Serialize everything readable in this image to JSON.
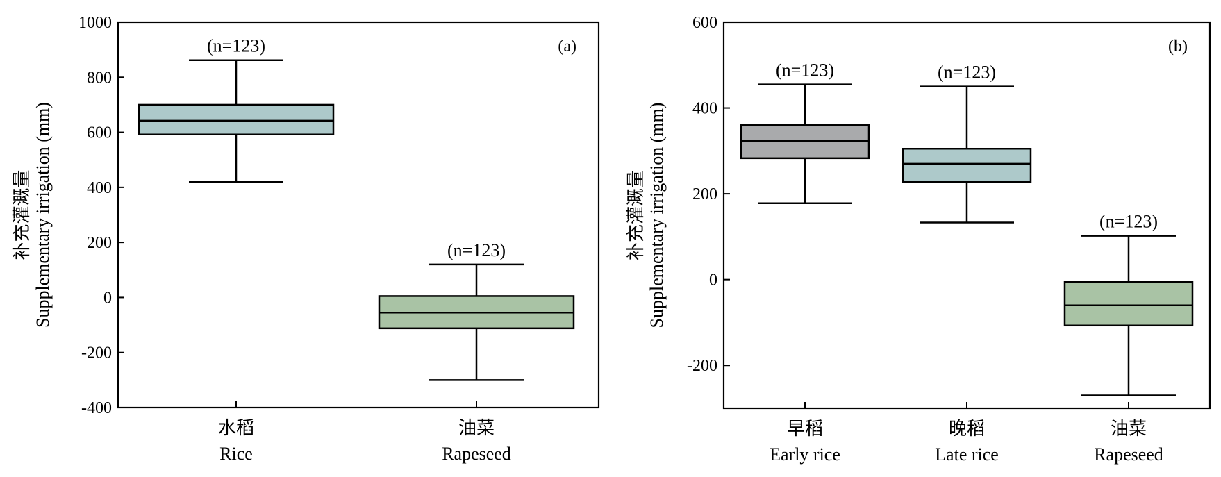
{
  "chart_data": [
    {
      "type": "box",
      "panel_label": "(a)",
      "ylabel_lines": [
        "补充灌溉量",
        "Supplementary irrigation (mm)"
      ],
      "ylim": [
        -400,
        1000
      ],
      "yticks": [
        -400,
        -200,
        0,
        200,
        400,
        600,
        800,
        1000
      ],
      "grid": false,
      "boxes": [
        {
          "category_lines": [
            "水稻",
            "Rice"
          ],
          "n_label": "(n=123)",
          "min": 420,
          "q1": 592,
          "median": 642,
          "q3": 700,
          "max": 862,
          "color": "#adc9ca"
        },
        {
          "category_lines": [
            "油菜",
            "Rapeseed"
          ],
          "n_label": "(n=123)",
          "min": -300,
          "q1": -112,
          "median": -55,
          "q3": 5,
          "max": 120,
          "color": "#a9c3a5"
        }
      ]
    },
    {
      "type": "box",
      "panel_label": "(b)",
      "ylabel_lines": [
        "补充灌溉量",
        "Supplementary irrigation (mm)"
      ],
      "ylim": [
        -300,
        600
      ],
      "yticks": [
        -200,
        0,
        200,
        400,
        600
      ],
      "grid": false,
      "boxes": [
        {
          "category_lines": [
            "早稻",
            "Early rice"
          ],
          "n_label": "(n=123)",
          "min": 178,
          "q1": 283,
          "median": 323,
          "q3": 360,
          "max": 455,
          "color": "#a9aaac"
        },
        {
          "category_lines": [
            "晚稻",
            "Late rice"
          ],
          "n_label": "(n=123)",
          "min": 133,
          "q1": 228,
          "median": 270,
          "q3": 305,
          "max": 450,
          "color": "#adc9ca"
        },
        {
          "category_lines": [
            "油菜",
            "Rapeseed"
          ],
          "n_label": "(n=123)",
          "min": -270,
          "q1": -107,
          "median": -60,
          "q3": -5,
          "max": 102,
          "color": "#a9c3a5"
        }
      ]
    }
  ]
}
